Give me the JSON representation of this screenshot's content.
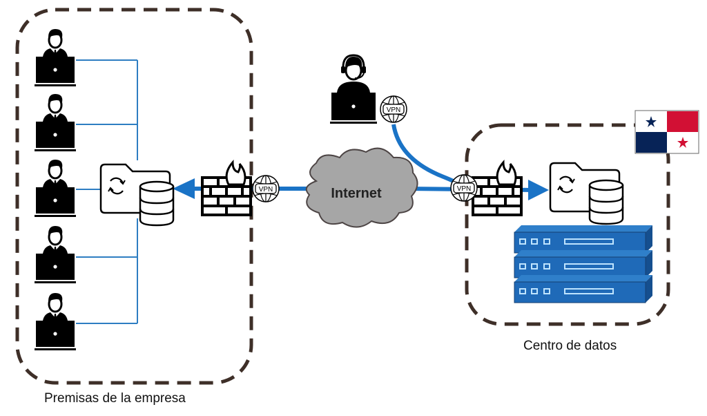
{
  "zones": {
    "premises": {
      "label": "Premisas de la empresa",
      "employee_count": 5
    },
    "datacenter": {
      "label": "Centro de datos",
      "server_count": 3
    }
  },
  "cloud": {
    "label": "Internet"
  },
  "vpn_badge": {
    "label": "VPN"
  },
  "remote_user": {
    "role": "remote support agent with headset"
  },
  "flag": {
    "country": "Panama",
    "colors": {
      "red": "#d21034",
      "blue": "#072357",
      "white": "#ffffff"
    }
  },
  "colors": {
    "link_blue": "#1a73c6",
    "thin_line_blue": "#2d7dc2",
    "server_blue": "#1f6ab8",
    "dash_brown": "#3e2f28",
    "cloud_gray": "#a6a6a6"
  }
}
